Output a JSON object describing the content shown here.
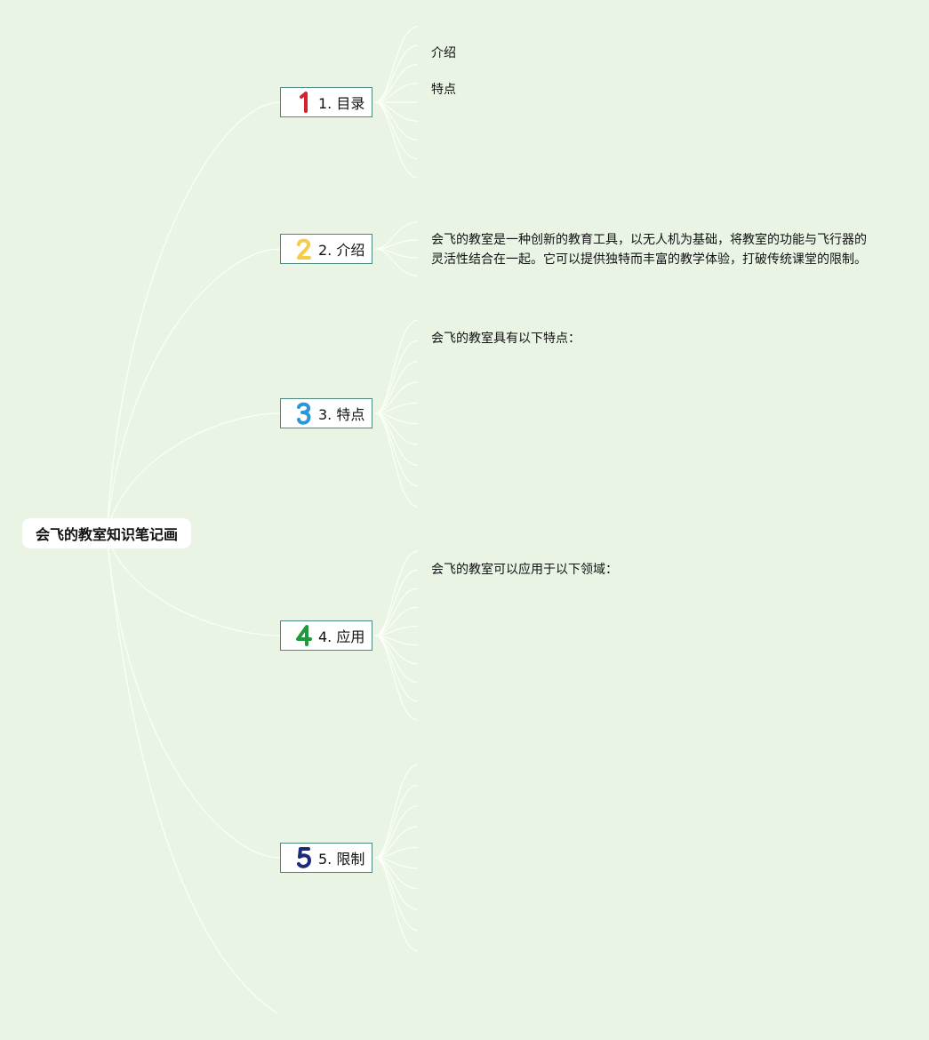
{
  "root": {
    "title": "会飞的教室知识笔记画"
  },
  "topics": [
    {
      "numeral": "1",
      "label": "1. 目录",
      "color": "#d42030",
      "details": [
        "介绍",
        "特点"
      ]
    },
    {
      "numeral": "2",
      "label": "2. 介绍",
      "color": "#f2cc4a",
      "details": [
        "会飞的教室是一种创新的教育工具，以无人机为基础，将教室的功能与飞行器的",
        "灵活性结合在一起。它可以提供独特而丰富的教学体验，打破传统课堂的限制。"
      ]
    },
    {
      "numeral": "3",
      "label": "3. 特点",
      "color": "#2c96d6",
      "details": [
        "会飞的教室具有以下特点："
      ]
    },
    {
      "numeral": "4",
      "label": "4. 应用",
      "color": "#1e9a3a",
      "details": [
        "会飞的教室可以应用于以下领域："
      ]
    },
    {
      "numeral": "5",
      "label": "5. 限制",
      "color": "#1d2a78",
      "details": []
    }
  ],
  "colors": {
    "background": "#e9f4e5",
    "edge": "#fbfff6",
    "topic_border": "#4c8a7e"
  }
}
